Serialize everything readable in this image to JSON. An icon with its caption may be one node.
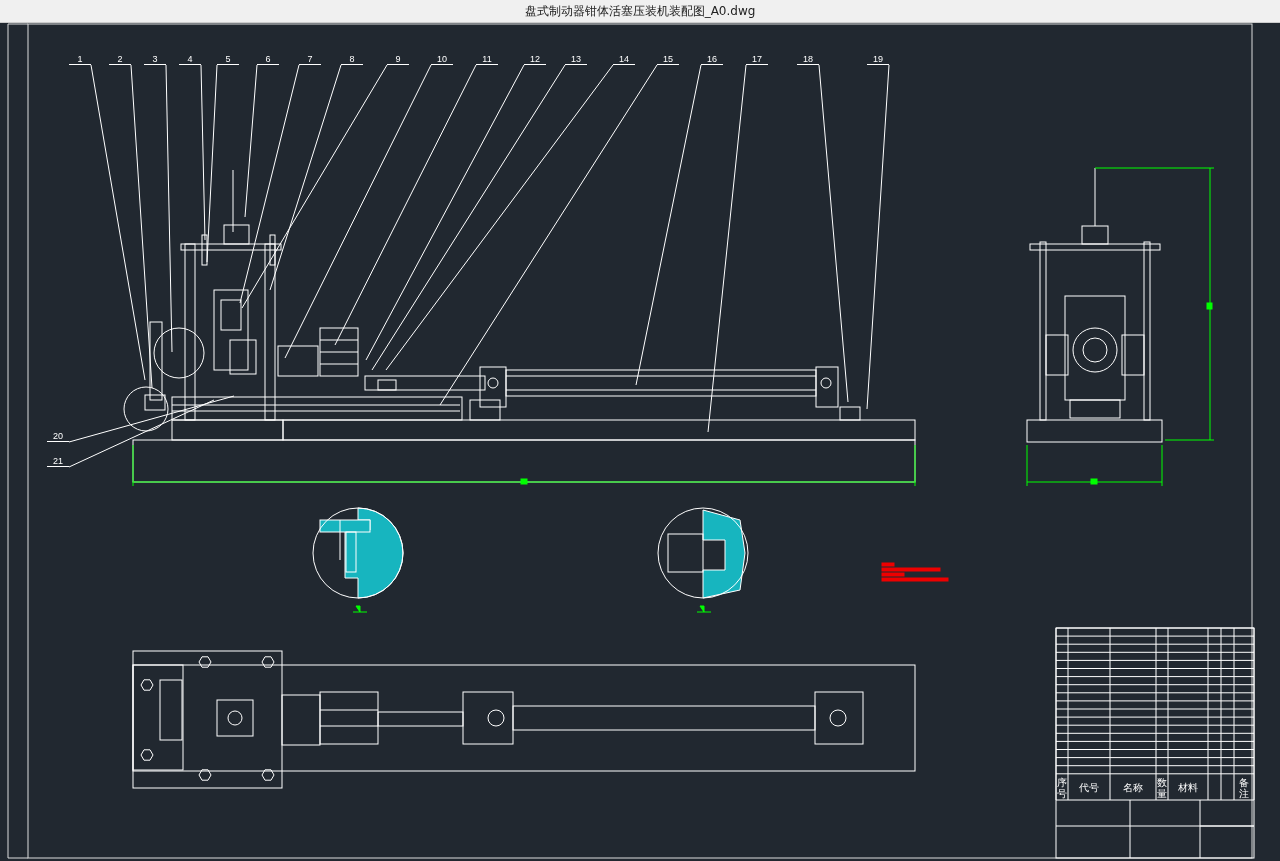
{
  "diagram": {
    "title": "盘式制动器钳体活塞压装机装配图_A0.dwg",
    "nodes": [
      {
        "text": [
          "1"
        ]
      },
      {
        "text": [
          "2"
        ]
      },
      {
        "text": [
          "3"
        ]
      },
      {
        "text": [
          "4"
        ]
      },
      {
        "text": [
          "5"
        ]
      },
      {
        "text": [
          "6"
        ]
      },
      {
        "text": [
          "7"
        ]
      },
      {
        "text": [
          "8"
        ]
      },
      {
        "text": [
          "9"
        ]
      },
      {
        "text": [
          "10"
        ]
      },
      {
        "text": [
          "11"
        ]
      },
      {
        "text": [
          "12"
        ]
      },
      {
        "text": [
          "13"
        ]
      },
      {
        "text": [
          "14"
        ]
      },
      {
        "text": [
          "15"
        ]
      },
      {
        "text": [
          "16"
        ]
      },
      {
        "text": [
          "17"
        ]
      },
      {
        "text": [
          "18"
        ]
      },
      {
        "text": [
          "19"
        ]
      },
      {
        "text": [
          "20"
        ]
      },
      {
        "text": [
          "21"
        ]
      }
    ],
    "edges": [
      {
        "from": 0,
        "to": null,
        "arrow": "none"
      },
      {
        "from": 1,
        "to": null,
        "arrow": "none"
      },
      {
        "from": 2,
        "to": null,
        "arrow": "none"
      },
      {
        "from": 3,
        "to": null,
        "arrow": "none"
      },
      {
        "from": 4,
        "to": null,
        "arrow": "none"
      },
      {
        "from": 5,
        "to": null,
        "arrow": "none"
      },
      {
        "from": 6,
        "to": null,
        "arrow": "none"
      },
      {
        "from": 7,
        "to": null,
        "arrow": "none"
      },
      {
        "from": 8,
        "to": null,
        "arrow": "none"
      },
      {
        "from": 9,
        "to": null,
        "arrow": "none"
      },
      {
        "from": 10,
        "to": null,
        "arrow": "none"
      },
      {
        "from": 11,
        "to": null,
        "arrow": "none"
      },
      {
        "from": 12,
        "to": null,
        "arrow": "none"
      },
      {
        "from": 13,
        "to": null,
        "arrow": "none"
      },
      {
        "from": 14,
        "to": null,
        "arrow": "none"
      },
      {
        "from": 15,
        "to": null,
        "arrow": "none"
      },
      {
        "from": 16,
        "to": null,
        "arrow": "none"
      },
      {
        "from": 17,
        "to": null,
        "arrow": "none"
      },
      {
        "from": 18,
        "to": null,
        "arrow": "none"
      },
      {
        "from": 19,
        "to": null,
        "arrow": "none"
      },
      {
        "from": 20,
        "to": null,
        "arrow": "none"
      }
    ],
    "labels": [
      "序号",
      "代号",
      "名称",
      "数量",
      "材料",
      "备注"
    ]
  }
}
